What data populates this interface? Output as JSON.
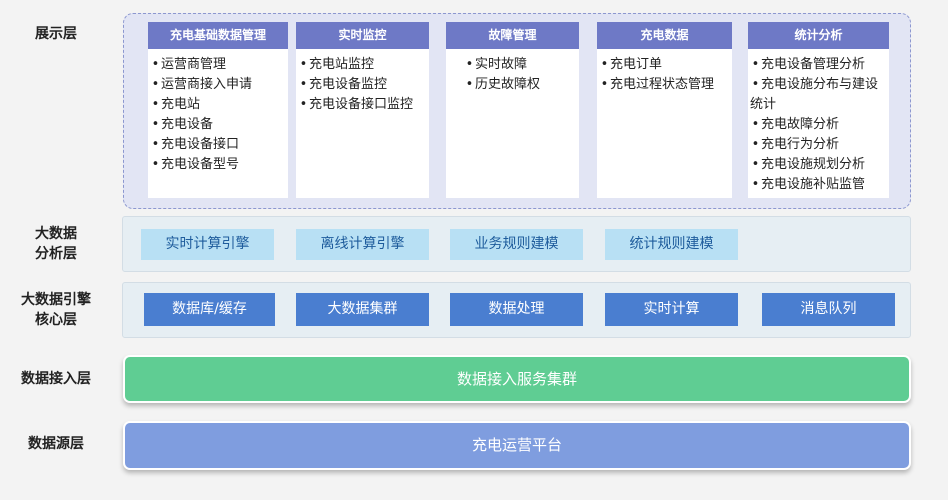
{
  "layers": {
    "presentation": "展示层",
    "analysis": [
      "大数据",
      "分析层"
    ],
    "engine": [
      "大数据引擎",
      "核心层"
    ],
    "access": "数据接入层",
    "source": "数据源层"
  },
  "modules": [
    {
      "title": "充电基础数据管理",
      "items": [
        "运营商管理",
        "运营商接入申请",
        "充电站",
        "充电设备",
        "充电设备接口",
        "充电设备型号"
      ]
    },
    {
      "title": "实时监控",
      "items": [
        "充电站监控",
        "充电设备监控",
        "充电设备接口监控"
      ]
    },
    {
      "title": "故障管理",
      "items": [
        "实时故障",
        "历史故障权"
      ]
    },
    {
      "title": "充电数据",
      "items": [
        "充电订单",
        "充电过程状态管理"
      ]
    },
    {
      "title": "统计分析",
      "items": [
        "充电设备管理分析",
        "充电设施分布与建设统计",
        "充电故障分析",
        "充电行为分析",
        "充电设施规划分析",
        "充电设施补贴监管"
      ]
    }
  ],
  "analysis_items": [
    "实时计算引擎",
    "离线计算引擎",
    "业务规则建模",
    "统计规则建模"
  ],
  "engine_items": [
    "数据库/缓存",
    "大数据集群",
    "数据处理",
    "实时计算",
    "消息队列"
  ],
  "access_bar": "数据接入服务集群",
  "source_bar": "充电运营平台",
  "bullet": "•",
  "colors": {
    "module_header": "#6e79c6",
    "analysis_chip": "#b8e0f4",
    "engine_chip": "#4a7ed0",
    "access_bar": "#5fcd93",
    "source_bar": "#7f9ddf"
  }
}
